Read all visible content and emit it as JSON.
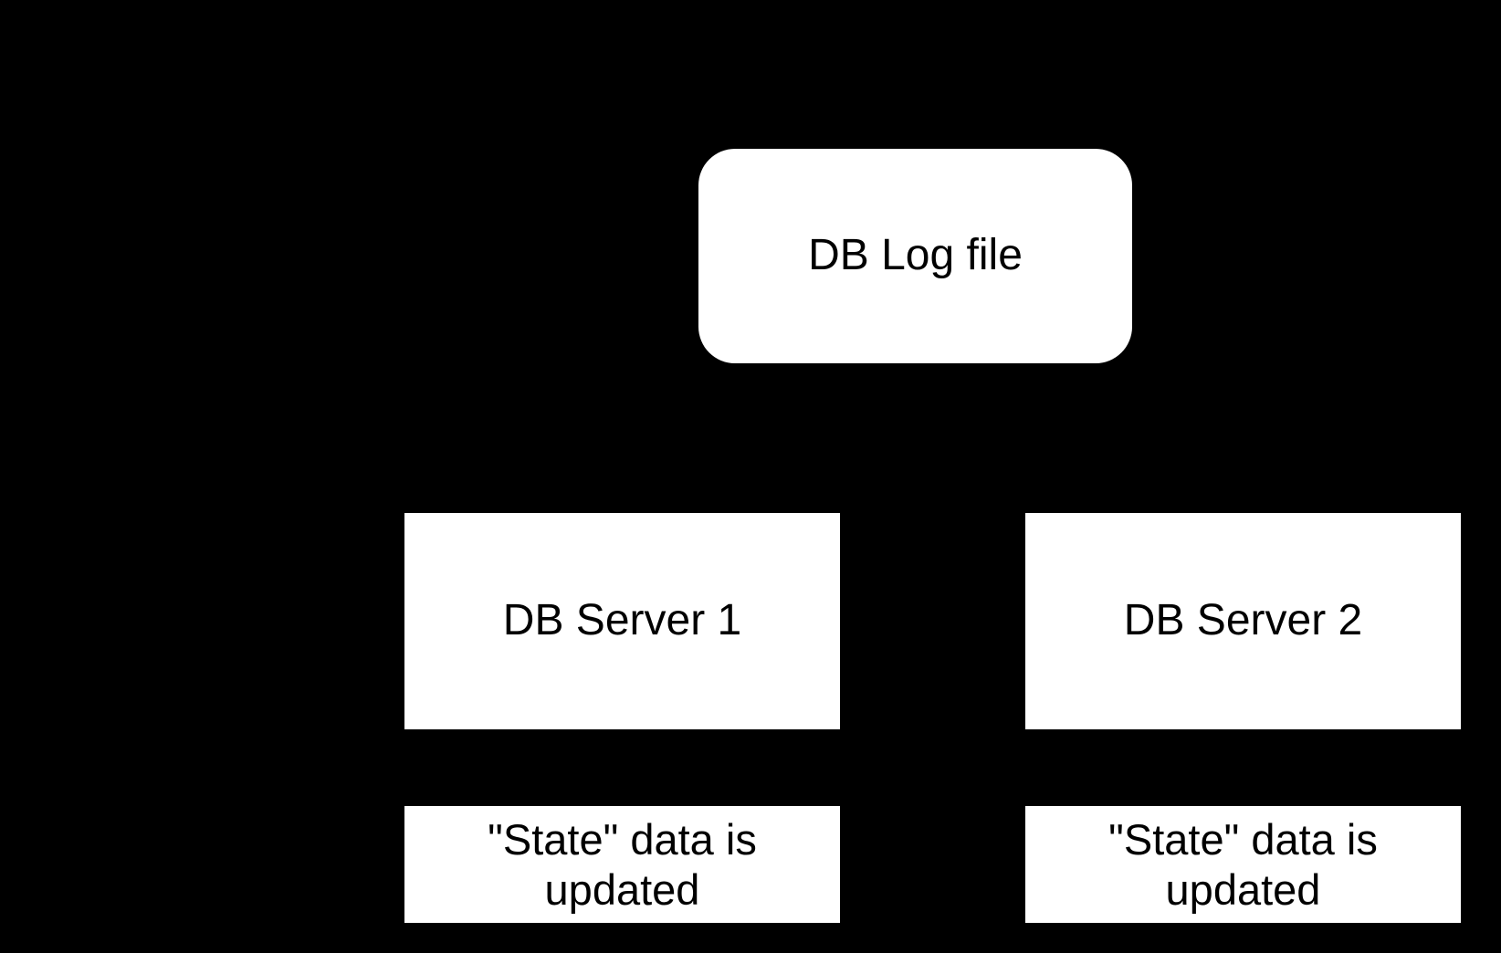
{
  "diagram": {
    "colors": {
      "background": "#000000",
      "node_fill": "#ffffff",
      "node_text": "#000000"
    },
    "nodes": {
      "log_file": {
        "label": "DB Log file",
        "shape": "rounded-rectangle"
      },
      "server_1": {
        "label": "DB Server 1",
        "shape": "rectangle"
      },
      "server_2": {
        "label": "DB Server 2",
        "shape": "rectangle"
      },
      "state_1": {
        "label": "\"State\" data is updated",
        "lines": [
          "\"State\" data is",
          "updated"
        ],
        "shape": "rectangle"
      },
      "state_2": {
        "label": "\"State\" data is updated",
        "lines": [
          "\"State\" data is",
          "updated"
        ],
        "shape": "rectangle"
      }
    }
  }
}
